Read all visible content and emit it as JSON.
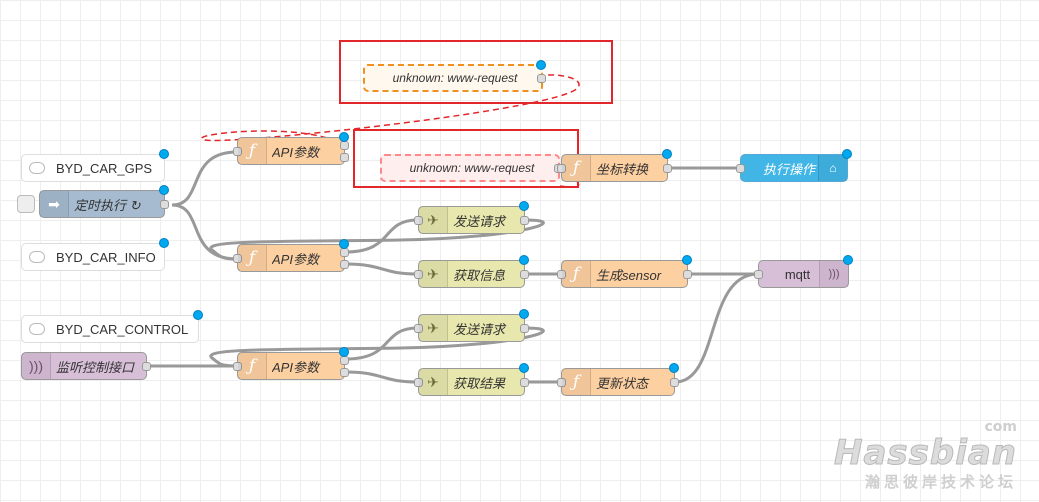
{
  "colors": {
    "function": "#fdd0a2",
    "inject": "#a6bbcf",
    "http_request": "#e7e7ae",
    "mqtt": "#d8bfd8",
    "action": "#41b6e6",
    "unknown_border": "#ff8888",
    "unknown_highlight_border": "#f0901e",
    "red_box": "#e3262a",
    "status_dot": "#00a8f0",
    "wire": "#999999"
  },
  "nodes": {
    "comment_gps": {
      "label": "BYD_CAR_GPS",
      "icon": "comment-icon"
    },
    "inject_timer": {
      "label": "定时执行 ↻",
      "icon": "inject-arrow-icon"
    },
    "comment_info": {
      "label": "BYD_CAR_INFO",
      "icon": "comment-icon"
    },
    "comment_control": {
      "label": "BYD_CAR_CONTROL",
      "icon": "comment-icon"
    },
    "mqtt_in": {
      "label": "监听控制接口",
      "icon": "mqtt-wave-icon"
    },
    "fn_api_1": {
      "label": "API参数",
      "icon": "function-icon"
    },
    "fn_api_2": {
      "label": "API参数",
      "icon": "function-icon"
    },
    "fn_api_3": {
      "label": "API参数",
      "icon": "function-icon"
    },
    "unknown_1": {
      "label": "unknown: www-request"
    },
    "unknown_2": {
      "label": "unknown: www-request"
    },
    "fn_coord": {
      "label": "坐标转换",
      "icon": "function-icon"
    },
    "action_exec": {
      "label": "执行操作",
      "icon": "router-icon"
    },
    "http_send_1": {
      "label": "发送请求",
      "icon": "globe-icon"
    },
    "http_get_info": {
      "label": "获取信息",
      "icon": "globe-icon"
    },
    "fn_sensor": {
      "label": "生成sensor",
      "icon": "function-icon"
    },
    "mqtt_out": {
      "label": "mqtt",
      "icon": "mqtt-wave-icon"
    },
    "http_send_2": {
      "label": "发送请求",
      "icon": "globe-icon"
    },
    "http_get_result": {
      "label": "获取结果",
      "icon": "globe-icon"
    },
    "fn_update": {
      "label": "更新状态",
      "icon": "function-icon"
    }
  },
  "watermark": {
    "brand": "Hassbian",
    "tld": "com",
    "subtitle": "瀚思彼岸技术论坛"
  }
}
